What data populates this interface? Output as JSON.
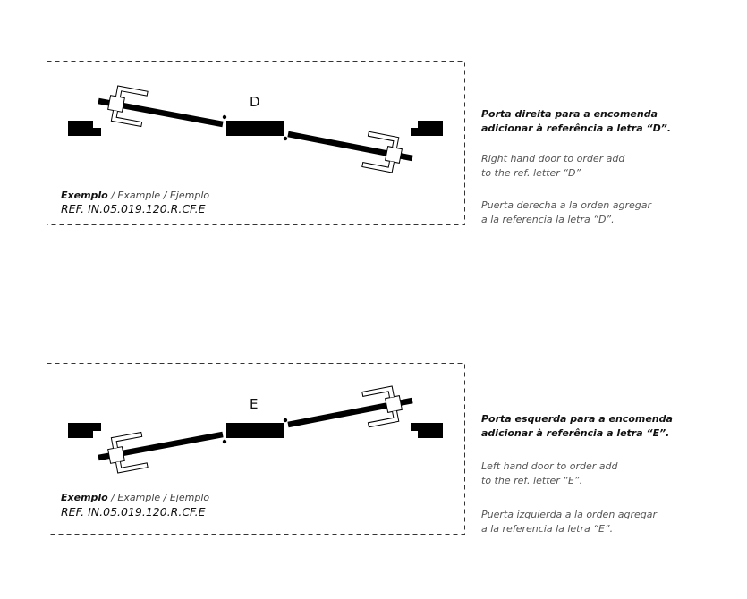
{
  "diagrams": [
    {
      "letter": "D",
      "example_pt": "Exemplo",
      "example_rest": " / Example / Ejemplo",
      "reference": "REF. IN.05.019.120.R.CF.E",
      "text_pt": [
        "Porta direita para a encomenda",
        "adicionar à referência a letra “D”."
      ],
      "text_en": [
        "Right hand door to order add",
        "to the ref. letter “D”"
      ],
      "text_es": [
        "Puerta derecha a la orden agregar",
        "a la referencia la letra “D”."
      ]
    },
    {
      "letter": "E",
      "example_pt": "Exemplo",
      "example_rest": " / Example / Ejemplo",
      "reference": "REF. IN.05.019.120.R.CF.E",
      "text_pt": [
        "Porta esquerda para a encomenda",
        "adicionar à referência a letra “E”."
      ],
      "text_en": [
        "Left hand door to order add",
        "to the ref. letter “E”."
      ],
      "text_es": [
        "Puerta izquierda a la orden agregar",
        "a la referencia la letra “E”."
      ]
    }
  ]
}
